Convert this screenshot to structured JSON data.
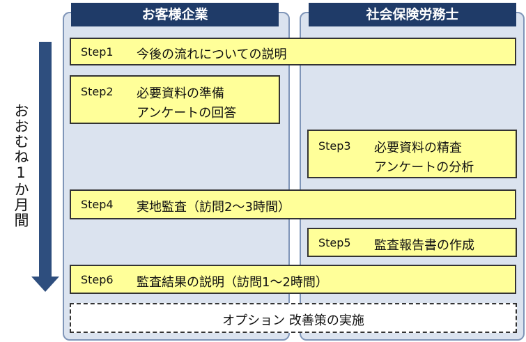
{
  "lanes": {
    "client": "お客様企業",
    "consultant": "社会保険労務士"
  },
  "duration": "おおむね1か月間",
  "steps": [
    {
      "num": "Step1",
      "lines": [
        "今後の流れについての説明"
      ]
    },
    {
      "num": "Step2",
      "lines": [
        "必要資料の準備",
        "アンケートの回答"
      ]
    },
    {
      "num": "Step3",
      "lines": [
        "必要資料の精査",
        "アンケートの分析"
      ]
    },
    {
      "num": "Step4",
      "lines": [
        "実地監査（訪問2～3時間）"
      ]
    },
    {
      "num": "Step5",
      "lines": [
        "監査報告書の作成"
      ]
    },
    {
      "num": "Step6",
      "lines": [
        "監査結果の説明（訪問1～2時間）"
      ]
    }
  ],
  "option": "オプション 改善策の実施",
  "colors": {
    "header": "#1f3b68",
    "lane": "#dbe3ef",
    "step": "#ffff99",
    "arrow": "#2e4e7e"
  }
}
